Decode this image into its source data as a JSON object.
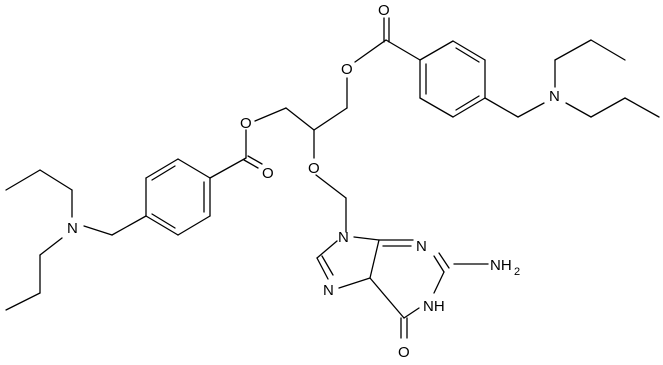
{
  "structure": {
    "line_color": "#000000",
    "background": "#ffffff",
    "atom_labels": {
      "O": "O",
      "N": "N",
      "NH": "NH",
      "NH2": "NH",
      "H2_sub": "2"
    }
  }
}
